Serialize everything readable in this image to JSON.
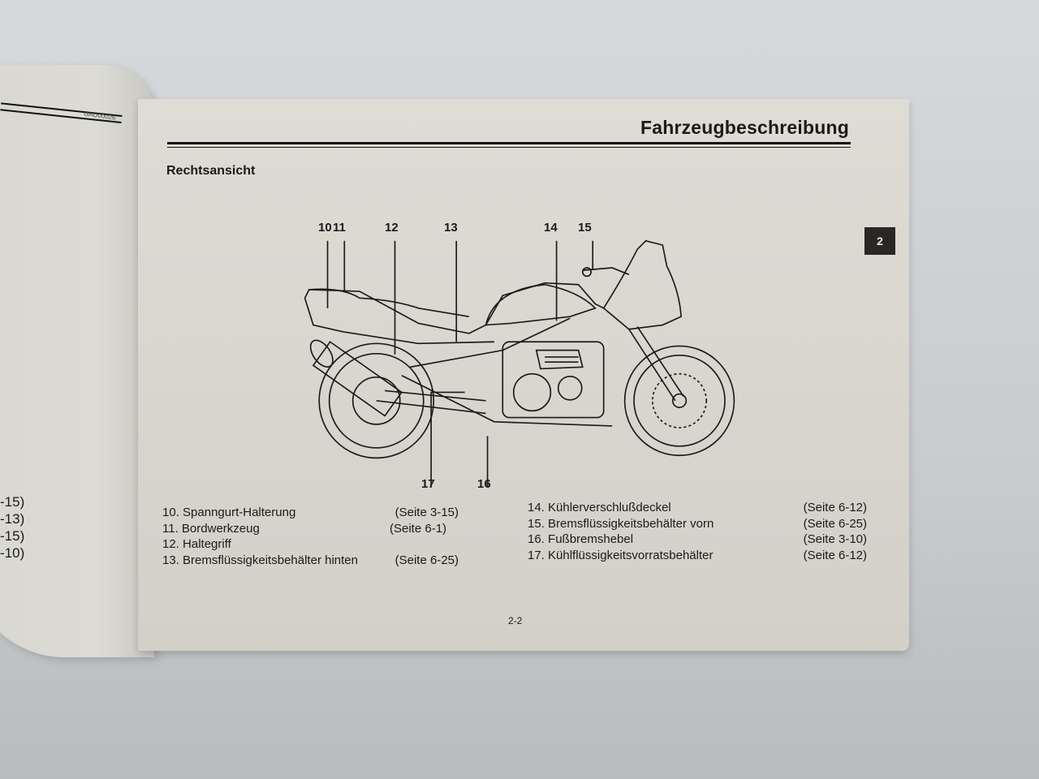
{
  "left_page": {
    "code": "GAU00026",
    "page_refs_cut": [
      "-15)",
      "-13)",
      "-15)",
      "-10)"
    ]
  },
  "right_page": {
    "chapter_title": "Fahrzeugbeschreibung",
    "section_title": "Rechtsansicht",
    "chapter_tab": "2",
    "page_number": "2-2",
    "figure": {
      "subject": "motorcycle-right-side-view",
      "callouts_top": [
        "10",
        "11",
        "12",
        "13",
        "14",
        "15"
      ],
      "callouts_bottom": [
        "17",
        "16"
      ]
    },
    "legend_left": [
      {
        "number": "10.",
        "name": "Spanngurt-Halterung",
        "page": "(Seite 3-15)"
      },
      {
        "number": "11.",
        "name": "Bordwerkzeug",
        "page": "(Seite 6-1)"
      },
      {
        "number": "12.",
        "name": "Haltegriff",
        "page": ""
      },
      {
        "number": "13.",
        "name": "Bremsflüssigkeitsbehälter hinten",
        "page": "(Seite 6-25)"
      }
    ],
    "legend_right": [
      {
        "number": "14.",
        "name": "Kühlerverschlußdeckel",
        "page": "(Seite 6-12)"
      },
      {
        "number": "15.",
        "name": "Bremsflüssigkeitsbehälter vorn",
        "page": "(Seite 6-25)"
      },
      {
        "number": "16.",
        "name": "Fußbremshebel",
        "page": "(Seite 3-10)"
      },
      {
        "number": "17.",
        "name": "Kühlflüssigkeitsvorratsbehälter",
        "page": "(Seite 6-12)"
      }
    ]
  }
}
